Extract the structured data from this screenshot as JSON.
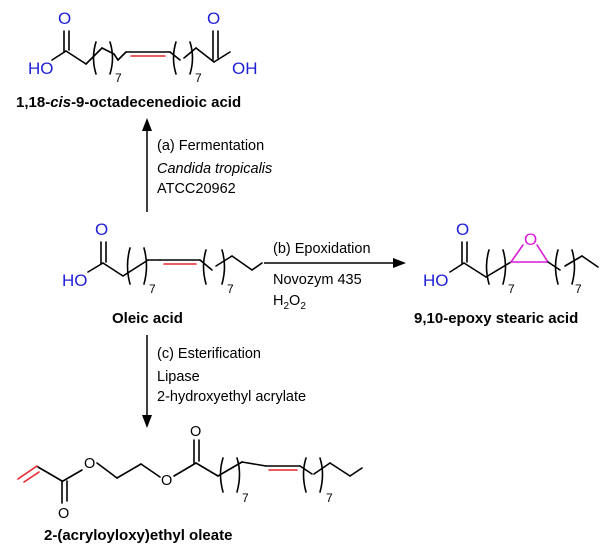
{
  "compounds": {
    "top": {
      "name_prefix": "1,18-",
      "name_italic": "cis",
      "name_suffix": "-9-octadecenedioic acid",
      "o_left": "O",
      "o_right": "O",
      "ho": "HO",
      "oh": "OH",
      "sub1": "7",
      "sub2": "7"
    },
    "oleic": {
      "name": "Oleic acid",
      "o": "O",
      "ho": "HO",
      "sub1": "7",
      "sub2": "7"
    },
    "epoxy": {
      "name": "9,10-epoxy stearic acid",
      "o": "O",
      "ho": "HO",
      "o_epoxide": "O",
      "sub1": "7",
      "sub2": "7"
    },
    "ester": {
      "name": "2-(acryloyloxy)ethyl oleate",
      "o1": "O",
      "o2": "O",
      "o3": "O",
      "o4": "O",
      "sub1": "7",
      "sub2": "7"
    }
  },
  "reactions": {
    "a": {
      "label": "(a) Fermentation",
      "line2": "Candida tropicalis",
      "line3": "ATCC20962"
    },
    "b": {
      "label": "(b) Epoxidation",
      "line2": "Novozym 435",
      "line3_main": "H",
      "line3_sub": "2",
      "line3_main2": "O",
      "line3_sub2": "2"
    },
    "c": {
      "label": "(c) Esterification",
      "line2": "Lipase",
      "line3": "2-hydroxyethyl acrylate"
    }
  },
  "colors": {
    "heteroatom": "#1f1fd6",
    "double_bond": "#e8262b",
    "epoxide": "#d91ad9",
    "bond": "#000000"
  }
}
